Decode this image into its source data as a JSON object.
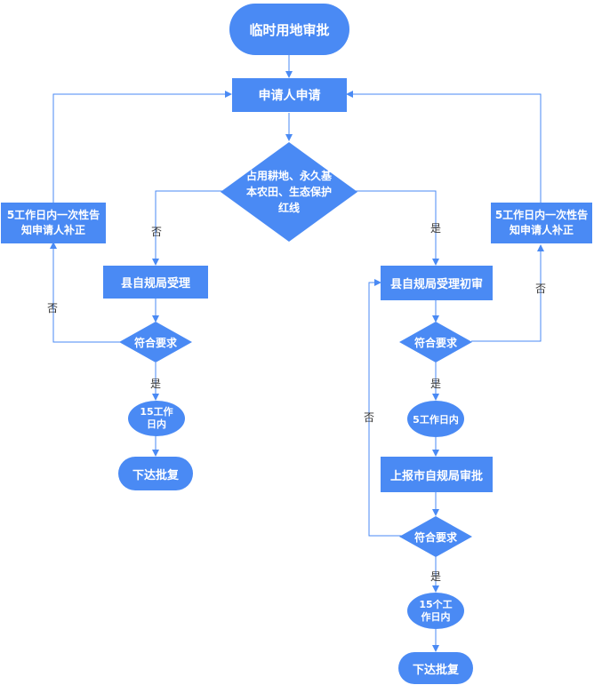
{
  "colors": {
    "node_fill": "#4a8af4",
    "connector": "#4a8af4",
    "node_text": "#ffffff"
  },
  "nodes": {
    "start": "临时用地审批",
    "apply": "申请人申请",
    "decision_main": "占用耕地、永久基本农田、生态保护红线",
    "left_notice": "5工作日内一次性告知申请人补正",
    "right_notice": "5工作日内一次性告知申请人补正",
    "left_accept": "县自规局受理",
    "left_check": "符合要求",
    "left_days": "15工作日内",
    "left_result": "下达批复",
    "right_accept": "县自规局受理初审",
    "right_check1": "符合要求",
    "right_days1": "5工作日内",
    "right_report": "上报市自规局审批",
    "right_check2": "符合要求",
    "right_days2": "15个工作日内",
    "right_result": "下达批复"
  },
  "edge_labels": {
    "no_main": "否",
    "yes_main": "是",
    "no_left": "否",
    "yes_left": "是",
    "no_right1": "否",
    "yes_right1": "是",
    "no_right2": "否",
    "yes_right2": "是"
  }
}
